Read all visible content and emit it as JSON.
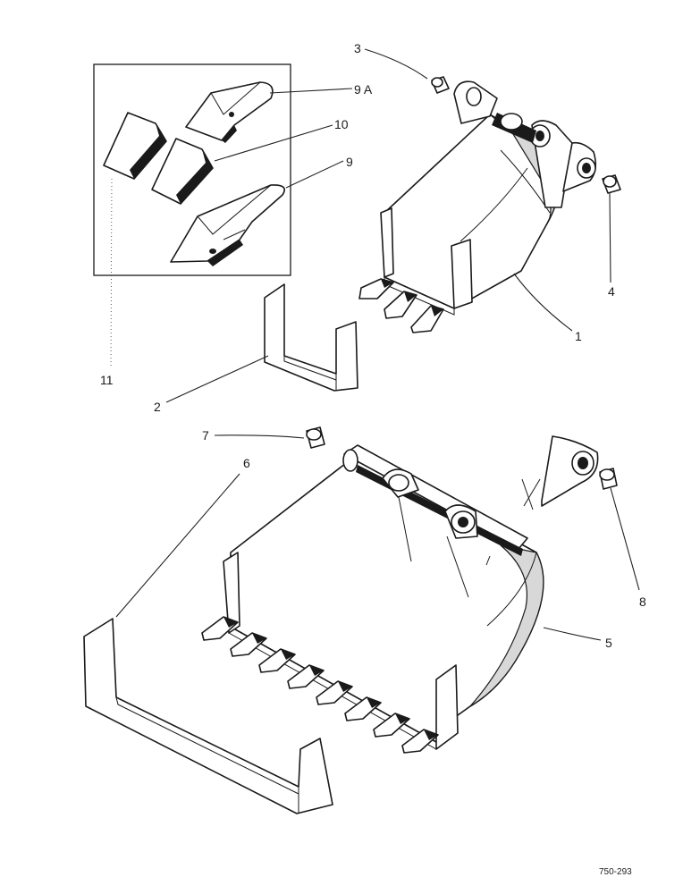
{
  "callouts": {
    "c1": "1",
    "c2": "2",
    "c3": "3",
    "c4": "4",
    "c5": "5",
    "c6": "6",
    "c7": "7",
    "c8": "8",
    "c9": "9",
    "c9a": "9 A",
    "c10": "10",
    "c11": "11"
  },
  "figure_code": "750-293"
}
